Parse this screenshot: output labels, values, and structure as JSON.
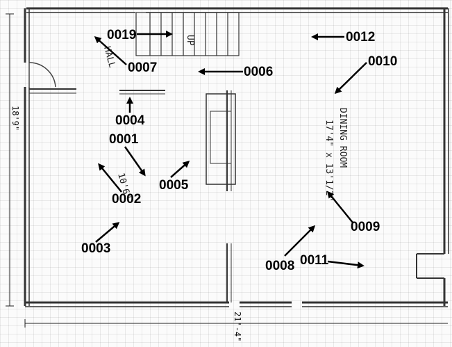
{
  "room": {
    "name": "DINING ROOM",
    "size": "17'4\" x 13'1/2\"",
    "stair_label": "UP",
    "hall_label": "HALL",
    "hall_width": "10'6\"",
    "side_dimension": "18'9\"",
    "bottom_dimension": "21'-4\""
  },
  "callouts": [
    {
      "id": "0001",
      "text": "0001"
    },
    {
      "id": "0002",
      "text": "0002"
    },
    {
      "id": "0003",
      "text": "0003"
    },
    {
      "id": "0004",
      "text": "0004"
    },
    {
      "id": "0005",
      "text": "0005"
    },
    {
      "id": "0006",
      "text": "0006"
    },
    {
      "id": "0007",
      "text": "0007"
    },
    {
      "id": "0008",
      "text": "0008"
    },
    {
      "id": "0009",
      "text": "0009"
    },
    {
      "id": "0010",
      "text": "0010"
    },
    {
      "id": "0011",
      "text": "0011"
    },
    {
      "id": "0012",
      "text": "0012"
    },
    {
      "id": "0019",
      "text": "0019"
    }
  ],
  "colors": {
    "ink": "#000000",
    "pencil": "#222222",
    "grid": "#dcdcdc"
  }
}
